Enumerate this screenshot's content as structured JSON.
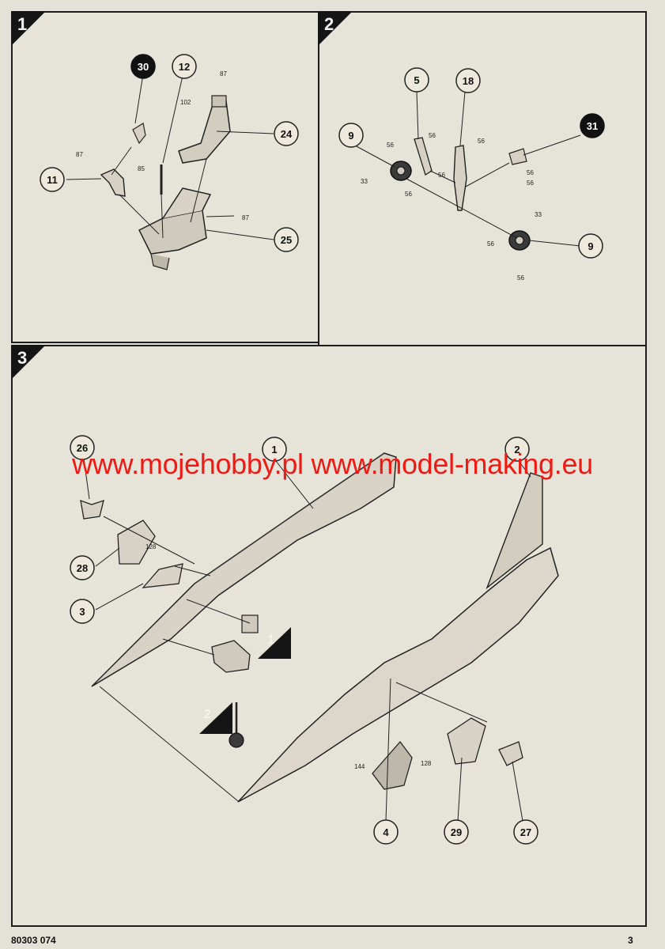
{
  "steps": [
    {
      "number": "1",
      "callouts": [
        "30",
        "12",
        "24",
        "11",
        "25"
      ],
      "glue_labels": [
        "87",
        "102",
        "85",
        "87",
        "87"
      ]
    },
    {
      "number": "2",
      "callouts": [
        "5",
        "18",
        "31",
        "9",
        "9"
      ],
      "glue_labels": [
        "56",
        "56",
        "56",
        "56",
        "56",
        "56",
        "33",
        "56",
        "33",
        "56",
        "56"
      ]
    },
    {
      "number": "3",
      "callouts": [
        "26",
        "1",
        "2",
        "28",
        "3",
        "4",
        "29",
        "27"
      ],
      "glue_labels": [
        "128",
        "144",
        "128"
      ],
      "subassembly_refs": [
        "1",
        "2"
      ]
    }
  ],
  "watermark": "www.mojehobby.pl www.model-making.eu",
  "footer": {
    "code": "80303  074",
    "page": "3"
  },
  "colors": {
    "paper": "#e4e1d6",
    "ink": "#1d1d1d",
    "watermark": "#f01a14"
  }
}
